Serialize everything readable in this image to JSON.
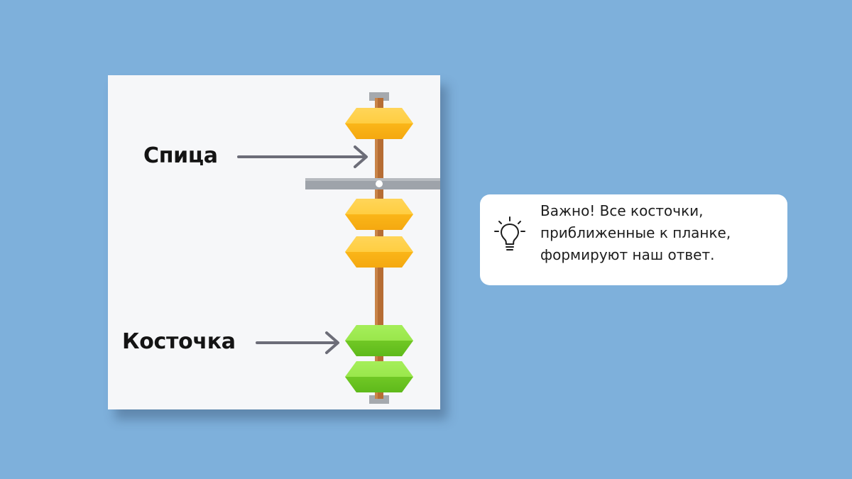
{
  "colors": {
    "background": "#7eb0db",
    "panel": "#f6f7f9",
    "rod": "#b66d34",
    "bar": "#9ea3aa",
    "bead_yellow": "#ffc21f",
    "bead_green": "#7fd62c",
    "arrow": "#6c6d78",
    "callout_bg": "#ffffff"
  },
  "diagram": {
    "rod_label": "Спица",
    "bead_label": "Косточка"
  },
  "callout": {
    "icon": "lightbulb-icon",
    "lines": [
      "Важно! Все косточки,",
      "приближенные к планке,",
      "формируют наш ответ."
    ]
  }
}
